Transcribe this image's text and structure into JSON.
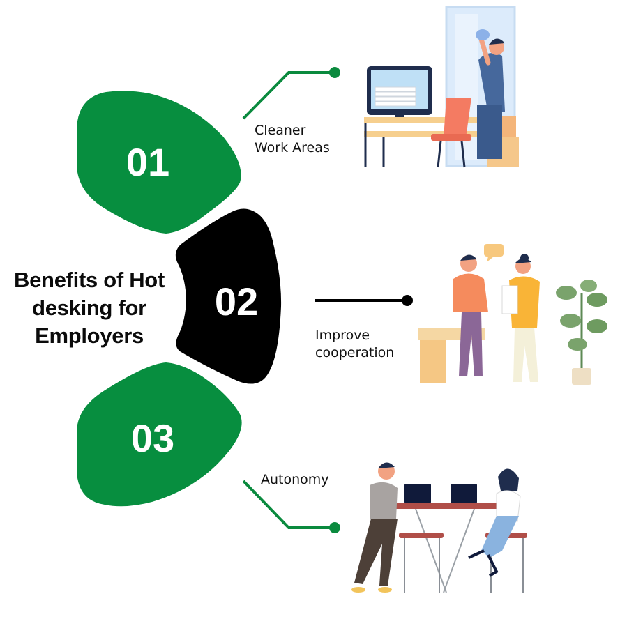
{
  "title_lines": [
    "Benefits of Hot",
    "desking for",
    "Employers"
  ],
  "items": [
    {
      "number": "01",
      "label_lines": [
        "Cleaner",
        "Work Areas"
      ],
      "color": "#078e3f",
      "connector_color": "#0a8a3e",
      "illustration": "cleaner-window-office-illustration"
    },
    {
      "number": "02",
      "label_lines": [
        "Improve",
        "cooperation"
      ],
      "color": "#000000",
      "connector_color": "#000000",
      "illustration": "colleagues-conversation-illustration"
    },
    {
      "number": "03",
      "label_lines": [
        "Autonomy"
      ],
      "color": "#078e3f",
      "connector_color": "#0a8a3e",
      "illustration": "coworkers-laptops-desk-illustration"
    }
  ]
}
